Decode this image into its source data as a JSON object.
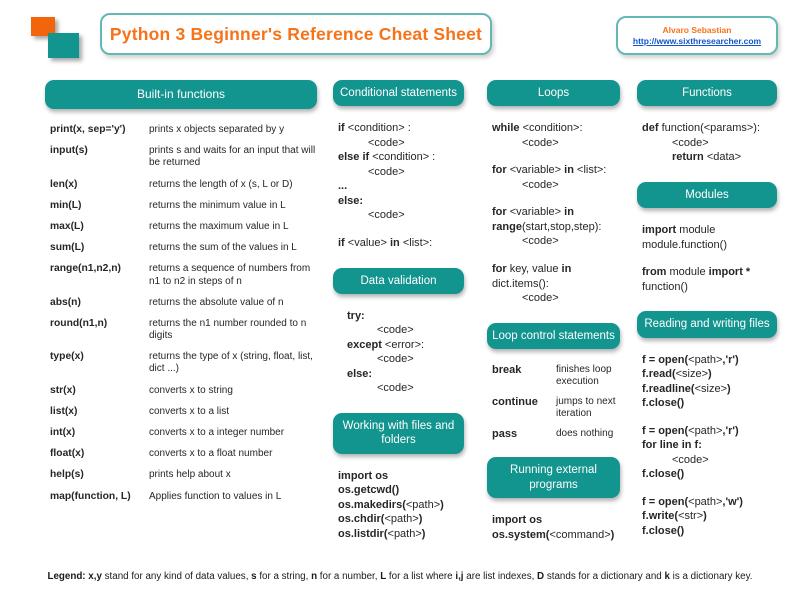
{
  "page": {
    "title": "Python 3 Beginner's Reference Cheat Sheet",
    "author": "Alvaro Sebastian",
    "url": "http://www.sixthresearcher.com"
  },
  "colors": {
    "teal": "#12948F",
    "orange_title": "#F6731A",
    "orange_logo": "#F3650D",
    "link_blue": "#1155CC"
  },
  "legend": {
    "runs": [
      {
        "t": "Legend: x,y",
        "b": true
      },
      {
        "t": " stand for any kind of data values, "
      },
      {
        "t": "s",
        "b": true
      },
      {
        "t": " for a string, "
      },
      {
        "t": "n",
        "b": true
      },
      {
        "t": " for a number, "
      },
      {
        "t": "L",
        "b": true
      },
      {
        "t": " for a list where  "
      },
      {
        "t": "i,j",
        "b": true
      },
      {
        "t": " are list indexes, "
      },
      {
        "t": "D",
        "b": true
      },
      {
        "t": " stands for a dictionary and "
      },
      {
        "t": "k",
        "b": true
      },
      {
        "t": " is a dictionary key."
      }
    ]
  },
  "columns": [
    {
      "sections": [
        {
          "id": "builtin-functions",
          "title": "Built-in functions",
          "type": "table",
          "rows": [
            {
              "term": "print(x, sep='y')",
              "desc": "prints x objects separated by y"
            },
            {
              "term": "input(s)",
              "desc": "prints s and waits for an input that will be returned"
            },
            {
              "term": "len(x)",
              "desc": "returns the length of x (s, L or D)"
            },
            {
              "term": "min(L)",
              "desc": "returns the minimum value in L"
            },
            {
              "term": "max(L)",
              "desc": "returns the maximum value in L"
            },
            {
              "term": "sum(L)",
              "desc": "returns the sum of the values in L"
            },
            {
              "term": "range(n1,n2,n)",
              "desc": "returns a sequence of numbers from n1 to n2 in steps of n"
            },
            {
              "term": "abs(n)",
              "desc": "returns the absolute value of n"
            },
            {
              "term": "round(n1,n)",
              "desc": "returns the n1 number rounded to n digits"
            },
            {
              "term": "type(x)",
              "desc": "returns the type of x (string, float, list, dict ...)"
            },
            {
              "term": "str(x)",
              "desc": "converts x to string"
            },
            {
              "term": "list(x)",
              "desc": "converts x to a list"
            },
            {
              "term": "int(x)",
              "desc": "converts x to a integer number"
            },
            {
              "term": "float(x)",
              "desc": "converts x to a float number"
            },
            {
              "term": "help(s)",
              "desc": "prints help about x"
            },
            {
              "term": "map(function, L)",
              "desc": "Applies function to values in L"
            }
          ]
        }
      ]
    },
    {
      "sections": [
        {
          "id": "conditional-statements",
          "title": "Conditional statements",
          "type": "code",
          "lines": [
            {
              "runs": [
                {
                  "t": "if ",
                  "b": true
                },
                {
                  "t": "<condition> :"
                }
              ]
            },
            {
              "i": 1,
              "runs": [
                {
                  "t": "<code>"
                }
              ]
            },
            {
              "runs": [
                {
                  "t": "else if ",
                  "b": true
                },
                {
                  "t": "<condition> :"
                }
              ]
            },
            {
              "i": 1,
              "runs": [
                {
                  "t": "<code>"
                }
              ]
            },
            {
              "runs": [
                {
                  "t": "...",
                  "b": true
                }
              ]
            },
            {
              "runs": [
                {
                  "t": "else:",
                  "b": true
                }
              ]
            },
            {
              "i": 1,
              "runs": [
                {
                  "t": "<code>"
                }
              ]
            },
            {
              "gap": true
            },
            {
              "runs": [
                {
                  "t": "if ",
                  "b": true
                },
                {
                  "t": "<value> "
                },
                {
                  "t": "in ",
                  "b": true
                },
                {
                  "t": "<list>:"
                }
              ]
            }
          ]
        },
        {
          "id": "data-validation",
          "title": "Data validation",
          "type": "code",
          "pad": true,
          "lines": [
            {
              "runs": [
                {
                  "t": "try:",
                  "b": true
                }
              ]
            },
            {
              "i": 1,
              "runs": [
                {
                  "t": "<code>"
                }
              ]
            },
            {
              "runs": [
                {
                  "t": "except ",
                  "b": true
                },
                {
                  "t": "<error>:"
                }
              ]
            },
            {
              "i": 1,
              "runs": [
                {
                  "t": "<code>"
                }
              ]
            },
            {
              "runs": [
                {
                  "t": "else:",
                  "b": true
                }
              ]
            },
            {
              "i": 1,
              "runs": [
                {
                  "t": "<code>"
                }
              ]
            }
          ]
        },
        {
          "id": "files-folders",
          "title": "Working with files and folders",
          "type": "code",
          "lines": [
            {
              "runs": [
                {
                  "t": "import os",
                  "b": true
                }
              ]
            },
            {
              "runs": [
                {
                  "t": "os.getcwd()",
                  "b": true
                }
              ]
            },
            {
              "runs": [
                {
                  "t": "os.makedirs(",
                  "b": true
                },
                {
                  "t": "<path>"
                },
                {
                  "t": ")",
                  "b": true
                }
              ]
            },
            {
              "runs": [
                {
                  "t": "os.chdir(",
                  "b": true
                },
                {
                  "t": "<path>"
                },
                {
                  "t": ")",
                  "b": true
                }
              ]
            },
            {
              "runs": [
                {
                  "t": "os.listdir(",
                  "b": true
                },
                {
                  "t": "<path>"
                },
                {
                  "t": ")",
                  "b": true
                }
              ]
            }
          ]
        }
      ]
    },
    {
      "sections": [
        {
          "id": "loops",
          "title": "Loops",
          "type": "code",
          "lines": [
            {
              "runs": [
                {
                  "t": "while ",
                  "b": true
                },
                {
                  "t": "<condition>:"
                }
              ]
            },
            {
              "i": 1,
              "runs": [
                {
                  "t": "<code>"
                }
              ]
            },
            {
              "gap": true
            },
            {
              "runs": [
                {
                  "t": "for ",
                  "b": true
                },
                {
                  "t": "<variable> "
                },
                {
                  "t": "in ",
                  "b": true
                },
                {
                  "t": "<list>:"
                }
              ]
            },
            {
              "i": 1,
              "runs": [
                {
                  "t": "<code>"
                }
              ]
            },
            {
              "gap": true
            },
            {
              "runs": [
                {
                  "t": "for ",
                  "b": true
                },
                {
                  "t": "<variable> "
                },
                {
                  "t": "in",
                  "b": true
                }
              ]
            },
            {
              "runs": [
                {
                  "t": "range",
                  "b": true
                },
                {
                  "t": "(start,stop,step):"
                }
              ]
            },
            {
              "i": 1,
              "runs": [
                {
                  "t": "<code>"
                }
              ]
            },
            {
              "gap": true
            },
            {
              "runs": [
                {
                  "t": "for ",
                  "b": true
                },
                {
                  "t": "key, value "
                },
                {
                  "t": "in",
                  "b": true
                }
              ]
            },
            {
              "runs": [
                {
                  "t": "dict.items():"
                }
              ]
            },
            {
              "i": 1,
              "runs": [
                {
                  "t": "<code>"
                }
              ]
            }
          ]
        },
        {
          "id": "loop-control",
          "title": "Loop control statements",
          "type": "table-narrow",
          "rows": [
            {
              "term": "break",
              "desc": "finishes loop execution"
            },
            {
              "term": "continue",
              "desc": "jumps to next iteration"
            },
            {
              "term": "pass",
              "desc": "does nothing"
            }
          ]
        },
        {
          "id": "external-programs",
          "title": "Running external programs",
          "type": "code",
          "lines": [
            {
              "runs": [
                {
                  "t": "import os",
                  "b": true
                }
              ]
            },
            {
              "runs": [
                {
                  "t": "os.system(",
                  "b": true
                },
                {
                  "t": "<command>"
                },
                {
                  "t": ")",
                  "b": true
                }
              ]
            }
          ]
        }
      ]
    },
    {
      "sections": [
        {
          "id": "functions",
          "title": "Functions",
          "type": "code",
          "lines": [
            {
              "runs": [
                {
                  "t": "def ",
                  "b": true
                },
                {
                  "t": "function(<params>):"
                }
              ]
            },
            {
              "i": 1,
              "runs": [
                {
                  "t": "<code>"
                }
              ]
            },
            {
              "i": 1,
              "runs": [
                {
                  "t": "return ",
                  "b": true
                },
                {
                  "t": "<data>"
                }
              ]
            }
          ]
        },
        {
          "id": "modules",
          "title": "Modules",
          "type": "code",
          "lines": [
            {
              "runs": [
                {
                  "t": "import ",
                  "b": true
                },
                {
                  "t": "module"
                }
              ]
            },
            {
              "runs": [
                {
                  "t": "module.function()"
                }
              ]
            },
            {
              "gap": true
            },
            {
              "runs": [
                {
                  "t": "from ",
                  "b": true
                },
                {
                  "t": "module "
                },
                {
                  "t": "import *",
                  "b": true
                }
              ]
            },
            {
              "runs": [
                {
                  "t": "function()"
                }
              ]
            }
          ]
        },
        {
          "id": "reading-writing-files",
          "title": "Reading and writing files",
          "type": "code",
          "lines": [
            {
              "runs": [
                {
                  "t": "f = open(",
                  "b": true
                },
                {
                  "t": "<path>"
                },
                {
                  "t": ",'r')",
                  "b": true
                }
              ]
            },
            {
              "runs": [
                {
                  "t": "f.read(",
                  "b": true
                },
                {
                  "t": "<size>"
                },
                {
                  "t": ")",
                  "b": true
                }
              ]
            },
            {
              "runs": [
                {
                  "t": "f.readline(",
                  "b": true
                },
                {
                  "t": "<size>"
                },
                {
                  "t": ")",
                  "b": true
                }
              ]
            },
            {
              "runs": [
                {
                  "t": "f.close()",
                  "b": true
                }
              ]
            },
            {
              "gap": true
            },
            {
              "runs": [
                {
                  "t": "f = open(",
                  "b": true
                },
                {
                  "t": "<path>"
                },
                {
                  "t": ",'r')",
                  "b": true
                }
              ]
            },
            {
              "runs": [
                {
                  "t": "for line in f:",
                  "b": true
                }
              ]
            },
            {
              "i": 1,
              "runs": [
                {
                  "t": "<code>"
                }
              ]
            },
            {
              "runs": [
                {
                  "t": "f.close()",
                  "b": true
                }
              ]
            },
            {
              "gap": true
            },
            {
              "runs": [
                {
                  "t": "f = open(",
                  "b": true
                },
                {
                  "t": "<path>"
                },
                {
                  "t": ",'w')",
                  "b": true
                }
              ]
            },
            {
              "runs": [
                {
                  "t": "f.write(",
                  "b": true
                },
                {
                  "t": "<str>"
                },
                {
                  "t": ")",
                  "b": true
                }
              ]
            },
            {
              "runs": [
                {
                  "t": "f.close()",
                  "b": true
                }
              ]
            }
          ]
        }
      ]
    }
  ]
}
